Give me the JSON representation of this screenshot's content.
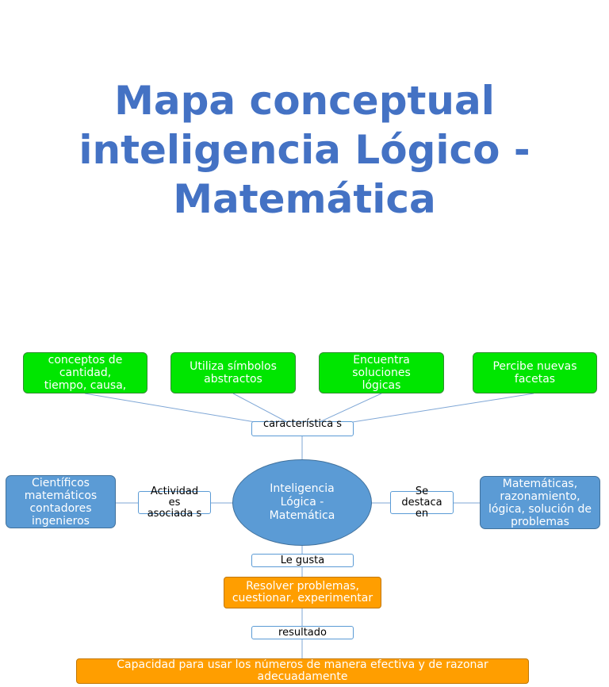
{
  "title": "Mapa conceptual inteligencia Lógico - Matemática",
  "center": "Inteligencia Lógica - Matemática",
  "top_boxes": [
    "conceptos de cantidad, tiempo, causa,",
    "Utiliza símbolos abstractos",
    "Encuentra soluciones lógicas",
    "Percibe nuevas facetas"
  ],
  "labels": {
    "caracteristicas": "característica s",
    "actividades": "Actividad es asociada s",
    "destaca": "Se destaca en",
    "le_gusta": "Le gusta",
    "resultado": "resultado"
  },
  "left_box": "Científicos matemáticos contadores ingenieros",
  "right_box": "Matemáticas, razonamiento, lógica, solución de problemas",
  "gusta_box": "Resolver problemas, cuestionar, experimentar",
  "result_box": "Capacidad para usar los números de manera efectiva y de razonar adecuadamente",
  "colors": {
    "title": "#4472c4",
    "green": "#00e600",
    "blue": "#5b9bd5",
    "orange": "#ff9e00"
  }
}
